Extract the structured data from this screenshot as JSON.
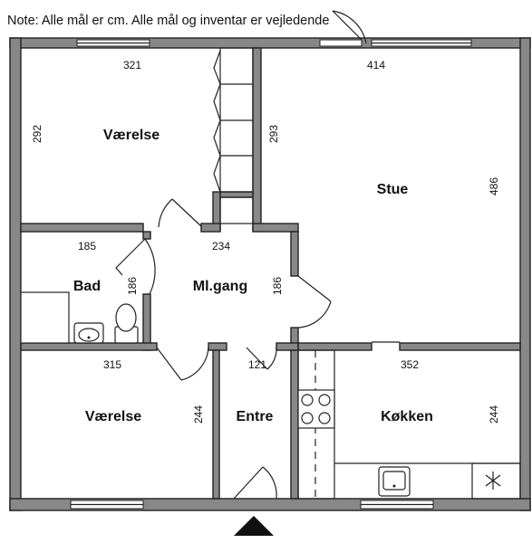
{
  "note": "Note: Alle mål er cm. Alle mål og inventar er vejledende",
  "rooms": {
    "vaerelse_top": "Værelse",
    "stue": "Stue",
    "bad": "Bad",
    "mlgang": "Ml.gang",
    "vaerelse_bottom": "Værelse",
    "entre": "Entre",
    "kokken": "Køkken"
  },
  "dims": {
    "d321": "321",
    "d414": "414",
    "d292": "292",
    "d293": "293",
    "d486": "486",
    "d185": "185",
    "d234": "234",
    "d186a": "186",
    "d186b": "186",
    "d315": "315",
    "d121": "121",
    "d352": "352",
    "d244a": "244",
    "d244b": "244"
  },
  "colors": {
    "wall": "#888888",
    "line": "#222222"
  },
  "icons": [
    "entrance-arrow-icon",
    "toilet-icon",
    "sink-icon",
    "stove-icon",
    "kitchen-sink-icon",
    "fan-icon"
  ]
}
